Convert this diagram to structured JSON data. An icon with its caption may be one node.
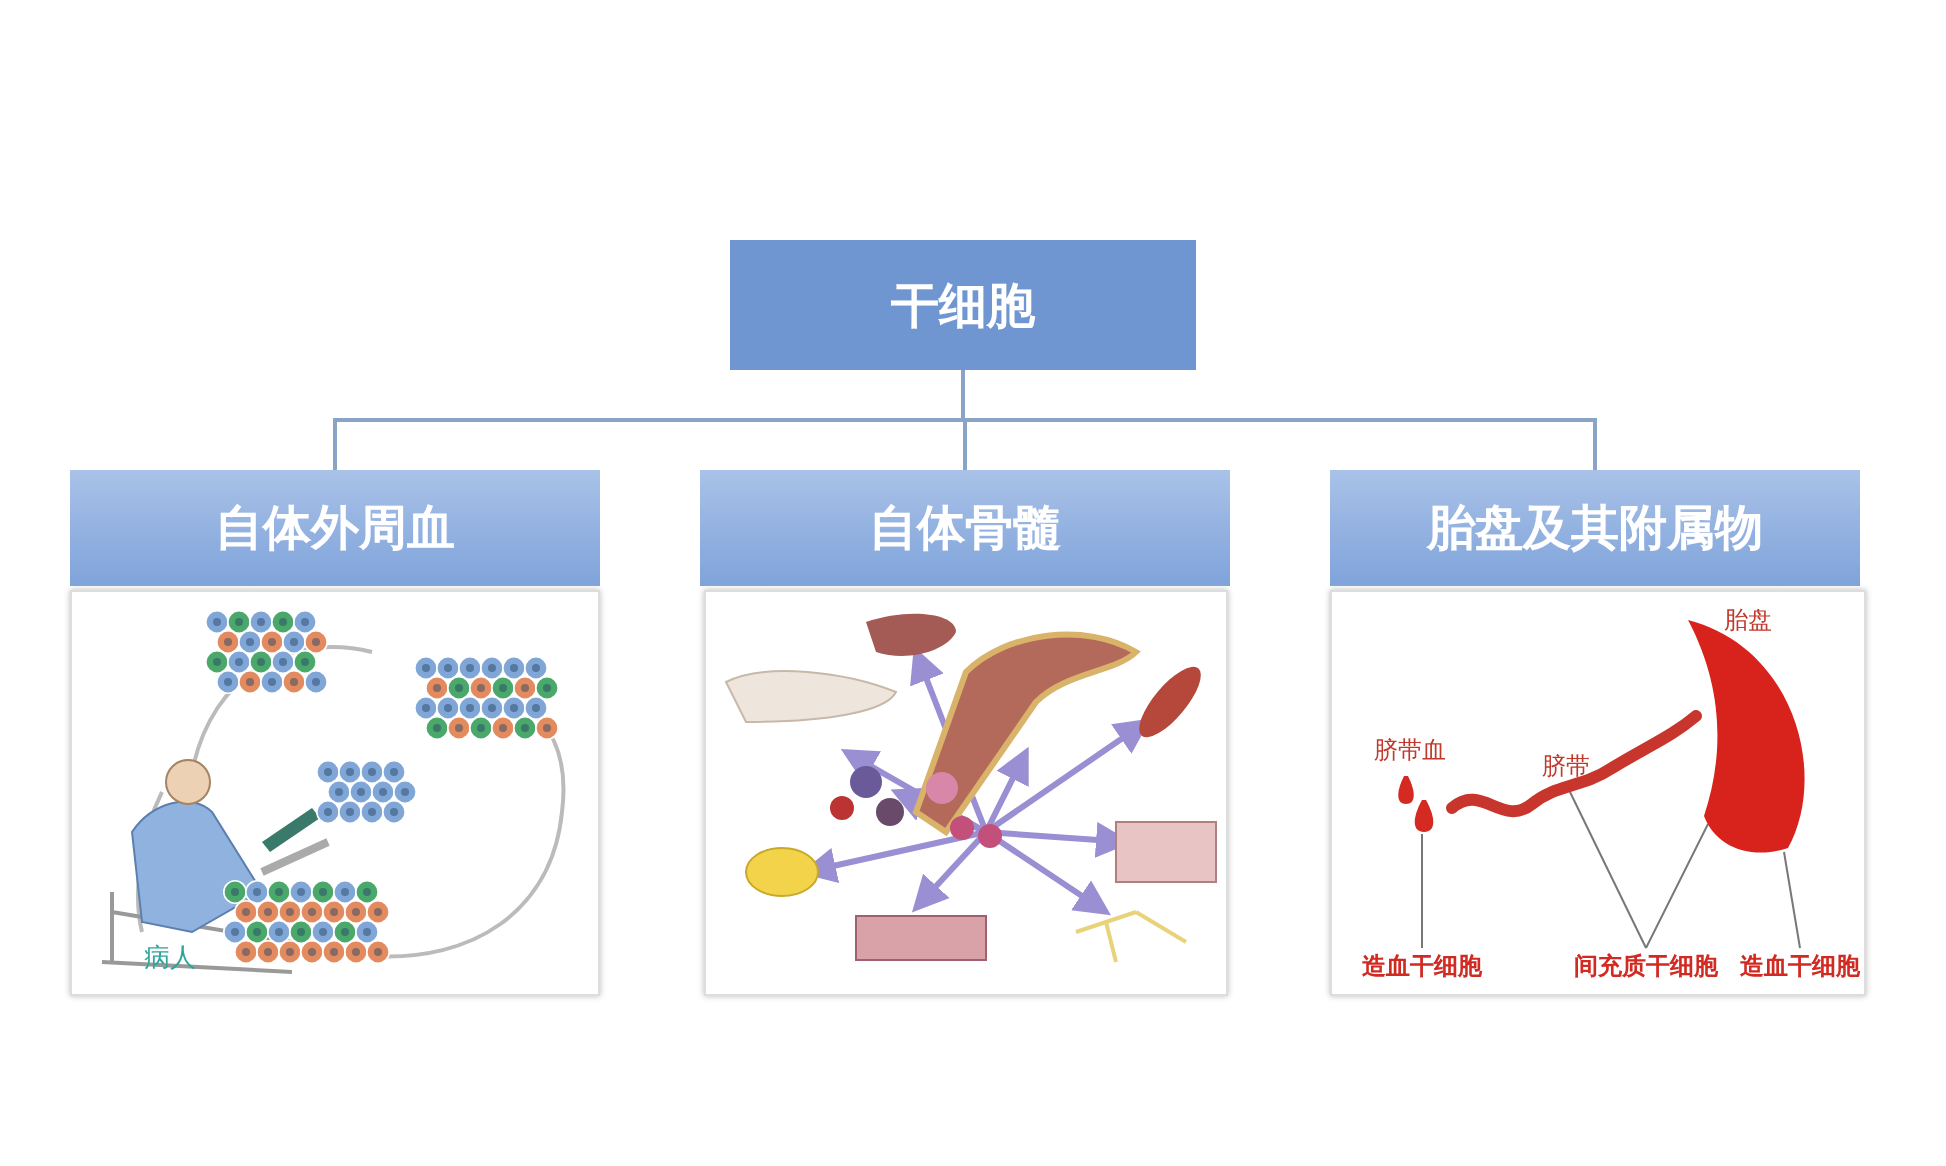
{
  "diagram": {
    "nodes": [
      {
        "text": [
          "干细胞"
        ]
      },
      {
        "text": [
          "自体外周血"
        ]
      },
      {
        "text": [
          "自体骨髓"
        ]
      },
      {
        "text": [
          "胎盘及其附属物"
        ]
      },
      {
        "text": [],
        "shape": "picture"
      },
      {
        "text": [],
        "shape": "picture"
      },
      {
        "text": [],
        "shape": "picture"
      },
      {
        "text": [
          "造血干细胞"
        ],
        "in": 6
      },
      {
        "text": [],
        "shape": "picture",
        "in": 6
      },
      {
        "text": [
          "间充质干细胞"
        ],
        "in": 6
      },
      {
        "text": [],
        "shape": "picture",
        "in": 6
      },
      {
        "text": [],
        "shape": "picture",
        "in": 6
      },
      {
        "text": [
          "造血干细胞"
        ],
        "in": 6
      }
    ],
    "edges": [
      {
        "from": 0,
        "to": 1,
        "arrow": "none"
      },
      {
        "from": 0,
        "to": 2,
        "arrow": "none"
      },
      {
        "from": 0,
        "to": 3,
        "arrow": "none"
      },
      {
        "from": 7,
        "to": 8,
        "arrow": "none"
      },
      {
        "from": 9,
        "to": 10,
        "arrow": "none"
      },
      {
        "from": 9,
        "to": 11,
        "arrow": "none"
      },
      {
        "from": 12,
        "to": 11,
        "arrow": "none"
      }
    ],
    "labels": [
      "病人",
      "脐带血",
      "脐带",
      "胎盘"
    ]
  }
}
